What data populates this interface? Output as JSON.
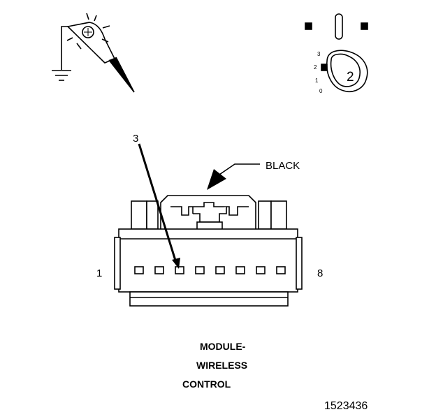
{
  "diagram": {
    "callout_pin_number": "3",
    "connector_color": "BLACK",
    "pin_range": {
      "first": "1",
      "last": "8"
    },
    "pin_count": 8,
    "highlighted_pin": 3,
    "component_name_lines": [
      "MODULE-",
      "WIRELESS",
      "CONTROL"
    ],
    "figure_id": "1523436"
  },
  "ignition_switch": {
    "positions": [
      "3",
      "2",
      "1",
      "0"
    ],
    "selected_position": "2"
  },
  "icons": {
    "test_light": "test-light-probe-icon",
    "ground": "ground-symbol-icon",
    "ignition": "ignition-key-icon"
  },
  "colors": {
    "line": "#000000",
    "background": "#ffffff"
  }
}
